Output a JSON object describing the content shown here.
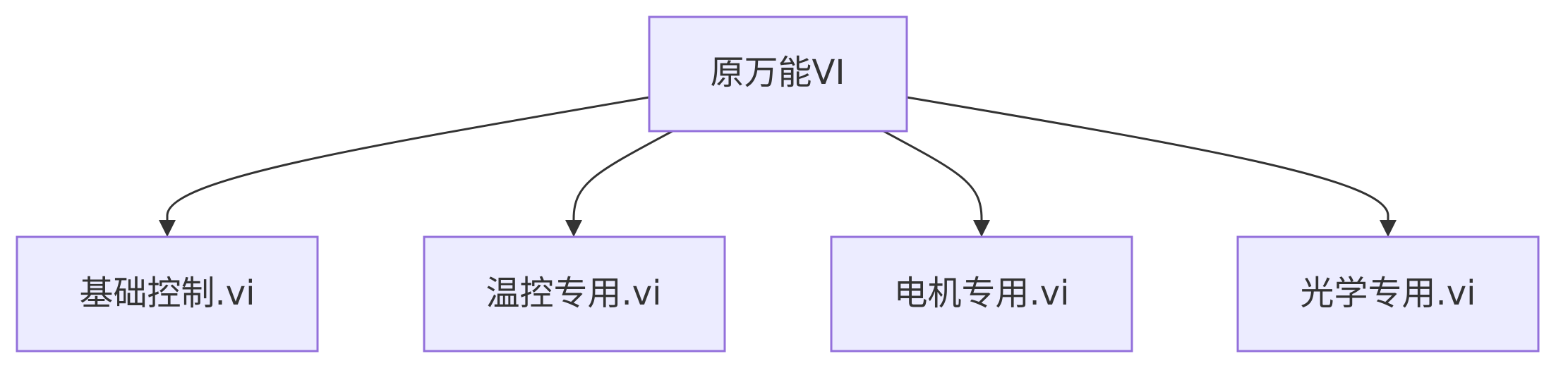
{
  "diagram": {
    "root": {
      "label": "原万能VI"
    },
    "children": [
      {
        "label": "基础控制.vi"
      },
      {
        "label": "温控专用.vi"
      },
      {
        "label": "电机专用.vi"
      },
      {
        "label": "光学专用.vi"
      }
    ]
  },
  "colors": {
    "node_fill": "#ececff",
    "node_border": "#9370db",
    "edge": "#333333",
    "text": "#333333"
  }
}
